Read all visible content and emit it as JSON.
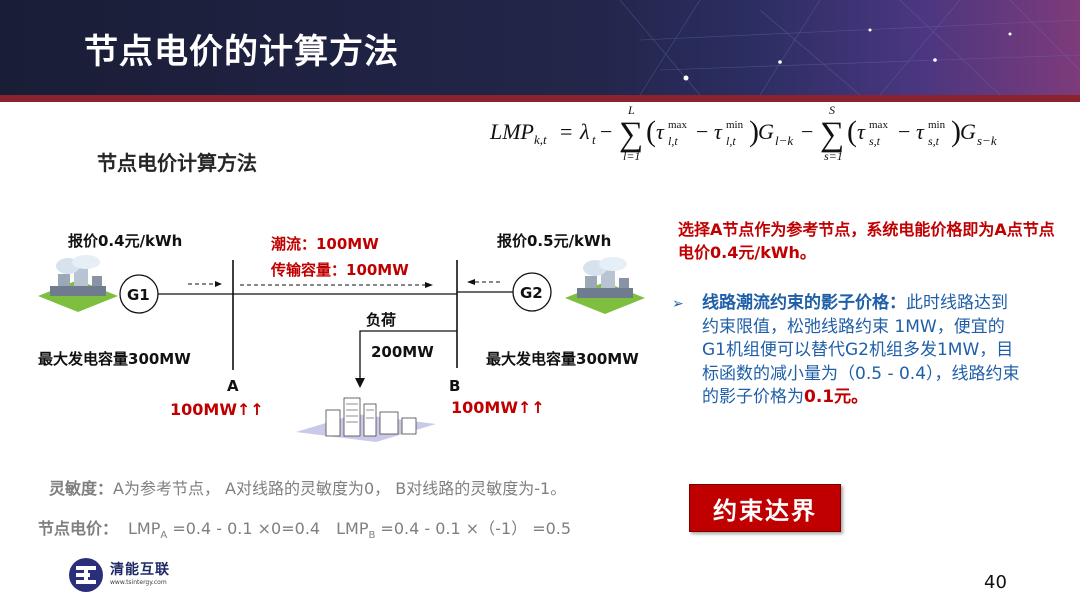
{
  "slide": {
    "title": "节点电价的计算方法",
    "subtitle": "节点电价计算方法",
    "page_number": "40"
  },
  "formula": {
    "lhs": "LMP",
    "lhs_sub": "k,t",
    "lambda_sub": "t",
    "sum1_upper": "L",
    "sum1_lower": "l=1",
    "sum2_upper": "S",
    "sum2_lower": "s=1",
    "tau": "τ",
    "max": "max",
    "min": "min",
    "sub_l": "l,t",
    "sub_s": "s,t",
    "g_sub1": "l−k",
    "g_sub2": "s−k"
  },
  "diagram": {
    "bid_left": "报价0.4元/kWh",
    "bid_right": "报价0.5元/kWh",
    "flow": "潮流：100MW",
    "capacity": "传输容量：100MW",
    "gen_left": "G1",
    "gen_right": "G2",
    "load_label": "负荷",
    "load_value": "200MW",
    "max_cap_left": "最大发电容量300MW",
    "max_cap_right": "最大发电容量300MW",
    "node_a": "A",
    "node_b": "B",
    "output_a": "100MW↑↑",
    "output_b": "100MW↑↑"
  },
  "right_panel": {
    "red_text": "选择A节点作为参考节点，系统电能价格即为A点节点电价0.4元/kWh。",
    "bullet_head": "线路潮流约束的影子价格：",
    "bullet_body": "此时线路达到约束限值，松弛线路约束 1MW，便宜的G1机组便可以替代G2机组多发1MW，目标函数的减小量为（0.5 - 0.4），线路约束的影子价格为",
    "bullet_value": "0.1元。",
    "button": "约束达界"
  },
  "bottom": {
    "sens_head": "灵敏度：",
    "sens_body": "A为参考节点， A对线路的灵敏度为0， B对线路的灵敏度为-1。",
    "lmp_head": "节点电价：",
    "lmp_a_prefix": "LMP",
    "lmp_a_sub": "A",
    "lmp_a_expr": " =0.4 - 0.1 ×0=0.4",
    "lmp_b_prefix": "LMP",
    "lmp_b_sub": "B",
    "lmp_b_expr": " =0.4 - 0.1 ×（-1） =0.5"
  },
  "logo": {
    "name": "清能互联",
    "url": "www.tsintergy.com"
  },
  "colors": {
    "header_bg": "#1a1d36",
    "accent": "#8a2230",
    "red": "#c00000",
    "blue": "#1f5fa8"
  }
}
